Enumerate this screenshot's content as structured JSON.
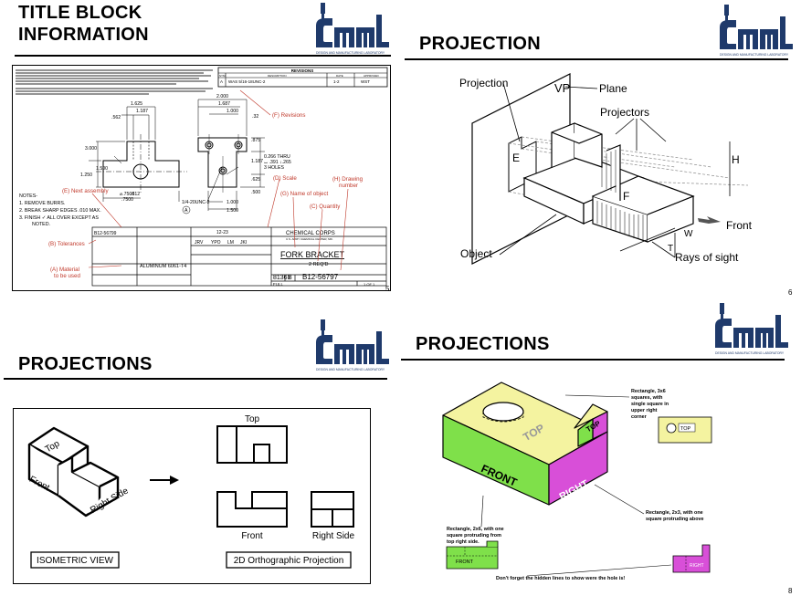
{
  "colors": {
    "logo_navy": "#1f3a6b",
    "callout_red": "#c0392b",
    "yellow": "#f4f3a0",
    "green": "#7fe04a",
    "magenta": "#d84fd8"
  },
  "logo": {
    "sub": "DESIGN AND MANUFACTURING LABORATORY"
  },
  "s1": {
    "title_1": "TITLE BLOCK",
    "title_2": "INFORMATION",
    "page": "5",
    "rev": {
      "header": "REVISIONS",
      "col_sym": "SYM",
      "col_desc": "DESCRIPTION",
      "col_date": "DATE",
      "col_app": "APPROVED",
      "row_sym": "A",
      "row_desc": "WAS 5/16-18UNC-2",
      "row_date": "1-2",
      "row_app": "WST"
    },
    "dims": {
      "d1": "1.625",
      "d2": "1.187",
      "d3": ".562",
      "d4": "2.000",
      "d5": "1.687",
      "d6": "1.000",
      "d7": ".32",
      "d8": ".875",
      "d9": "3.000",
      "d10": "1.187",
      "d11": "1.250",
      "d12": "1.500",
      "d13": ".625",
      "d14": ".500",
      "d15": ".812",
      "d16": "1.000",
      "d17": "1.500",
      "hole1": "0.266 THRU",
      "hole2": "⌴ .391 ↓.265",
      "hole3": "3 HOLES",
      "tap": "1/4-20UNC-2",
      "bore1": "⌀.7506",
      "bore2": ".7500",
      "circ_a": "A"
    },
    "notes": {
      "n0": "NOTES-",
      "n1": "1. REMOVE BURRS.",
      "n2": "2. BREAK SHARP EDGES .010 MAX.",
      "n3": "3. FINISH ✓ ALL OVER EXCEPT AS",
      "n4": "NOTED."
    },
    "tb": {
      "date": "12-23",
      "ini1": "JRV",
      "ini2": "YPO",
      "ini3": "LM",
      "ini4": "JKI",
      "org1": "CHEMICAL  CORPS",
      "org2": "U.S. ARMY CHEMICAL CENTER, MD.",
      "part": "FORK BRACKET",
      "req": "2 REQ'D",
      "cage": "81361",
      "size": "B",
      "dwg": "B12-56797",
      "mat": "ALUMINUM 6061-T4",
      "scale": "FULL",
      "sheet": "1 OF 1",
      "next": "B12-56799"
    },
    "callouts": {
      "revisions": "(F) Revisions",
      "next_assembly": "(E) Next assembly",
      "scale": "(D) Scale",
      "name": "(G) Name of object",
      "drawing1": "(H) Drawing",
      "drawing2": "number",
      "quantity": "(C) Quantity",
      "tolerances": "(B) Tolerances",
      "material1": "(A) Material",
      "material2": "to be used"
    }
  },
  "s2": {
    "title": "PROJECTION",
    "page": "6",
    "labels": {
      "projection": "Projection",
      "vp": "VP",
      "plane": "Plane",
      "projectors": "Projectors",
      "e": "E",
      "f": "F",
      "h": "H",
      "w": "W",
      "t": "T",
      "front": "Front",
      "object": "Object",
      "rays": "Rays of sight"
    }
  },
  "s3": {
    "title": "PROJECTIONS",
    "labels": {
      "top": "Top",
      "front": "Front",
      "right": "Right Side",
      "view_top": "Top",
      "view_front": "Front",
      "view_right": "Right Side",
      "iso": "ISOMETRIC VIEW",
      "ortho": "2D Orthographic Projection"
    }
  },
  "s4": {
    "title": "PROJECTIONS",
    "page": "8",
    "faces": {
      "top": "TOP",
      "front": "FRONT",
      "right": "RIGHT",
      "top_small": "TOP"
    },
    "notes": {
      "a1": "Rectangle, 3x6",
      "a2": "squares, with",
      "a3": "single square in",
      "a4": "upper right",
      "a5": "corner",
      "small_top": "TOP",
      "b1": "Rectangle, 2x6, with one",
      "b2": "square protruding from",
      "b3": "top right side.",
      "small_front": "FRONT",
      "c1": "Rectangle, 2x3, with one",
      "c2": "square protruding above",
      "small_right": "RIGHT",
      "hidden": "Don't forget the hidden lines to show were the hole is!"
    }
  }
}
